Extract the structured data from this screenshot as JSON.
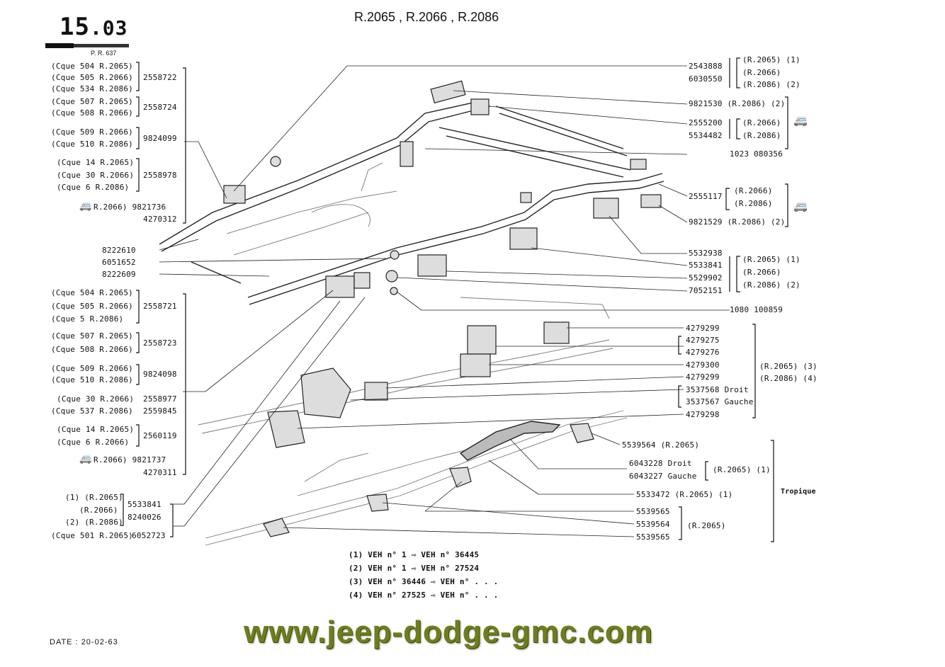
{
  "header": {
    "page_number_main": "15",
    "page_number_sub": ".03",
    "title": "R.2065 , R.2066 , R.2086",
    "ref": "P. R. 637",
    "date": "DATE : 20-02-63"
  },
  "watermark": "www.jeep-dodge-gmc.com",
  "icons": {
    "van": "van-icon"
  },
  "left_labels": {
    "g1": [
      "(Cque 504 R.2065)",
      "(Cque 505 R.2066)",
      "(Cque 534 R.2086)"
    ],
    "g1_part": "2558722",
    "g2": [
      "(Cque 507 R.2065)",
      "(Cque 508 R.2066)"
    ],
    "g2_part": "2558724",
    "g3": [
      "(Cque 509 R.2066)",
      "(Cque 510 R.2086)"
    ],
    "g3_part": "9824099",
    "g4": [
      "(Cque 14 R.2065)",
      "(Cque 30 R.2066)",
      "(Cque 6 R.2086)"
    ],
    "g4_part": "2558978",
    "g5": "R.2066) 9821736",
    "g5_part2": "4270312",
    "p1": "8222610",
    "p2": "6051652",
    "p3": "8222609",
    "g6": [
      "(Cque 504 R.2065)",
      "(Cque 505 R.2066)",
      "(Cque 5 R.2086)"
    ],
    "g6_part": "2558721",
    "g7": [
      "(Cque 507 R.2065)",
      "(Cque 508 R.2066)"
    ],
    "g7_part": "2558723",
    "g8": [
      "(Cque 509 R.2066)",
      "(Cque 510 R.2086)"
    ],
    "g8_part": "9824098",
    "g9a": "(Cque 30 R.2066)",
    "g9a_part": "2558977",
    "g9b": "(Cque 537 R.2086)",
    "g9b_part": "2559845",
    "g10": [
      "(Cque 14 R.2065)",
      "(Cque 6 R.2066)"
    ],
    "g10_part": "2560119",
    "g11": "R.2066) 9821737",
    "g11_part2": "4270311",
    "g12": [
      "(1) (R.2065)",
      "(R.2066)",
      "(2) (R.2086)"
    ],
    "g12_parts": [
      "5533841",
      "8240026"
    ],
    "g13": "(Cque 501 R.2065)",
    "g13_part": "6052723"
  },
  "right_labels": {
    "r1": [
      "2543888",
      "6030550"
    ],
    "r1_models": [
      "(R.2065) (1)",
      "(R.2066)",
      "(R.2086) (2)"
    ],
    "r2": "9821530 (R.2086) (2)",
    "r3": [
      "2555200",
      "5534482"
    ],
    "r3_models": [
      "(R.2066)",
      "(R.2086)"
    ],
    "r4": "1023 080356",
    "r5": "2555117",
    "r5_models": [
      "(R.2066)",
      "(R.2086)"
    ],
    "r6": "9821529 (R.2086) (2)",
    "r7": [
      "5532938",
      "5533841",
      "5529902",
      "7052151"
    ],
    "r7_models": [
      "(R.2065) (1)",
      "(R.2066)",
      "(R.2086) (2)"
    ],
    "r8": "1080 100859",
    "r9": [
      "4279299",
      "4279275",
      "4279276",
      "4279300",
      "4279299"
    ],
    "r9_b": [
      "3537568 Droit",
      "3537567 Gauche"
    ],
    "r9_c": "4279298",
    "r9_models": [
      "(R.2065) (3)",
      "(R.2086) (4)"
    ],
    "r10": "5539564 (R.2065)",
    "r11": [
      "6043228 Droit",
      "6043227 Gauche"
    ],
    "r11_models": "(R.2065) (1)",
    "r12": "5533472 (R.2065) (1)",
    "r13": [
      "5539565",
      "5539564",
      "5539565"
    ],
    "r13_models": "(R.2065)",
    "tropique": "Tropique"
  },
  "footnotes": [
    "(1) VEH n°     1 ⇨ VEH n° 36445",
    "(2) VEH n°     1 ⇨ VEH n° 27524",
    "(3) VEH n° 36446 ⇨ VEH n° . . .",
    "(4) VEH n° 27525 ⇨ VEH n° . . ."
  ]
}
